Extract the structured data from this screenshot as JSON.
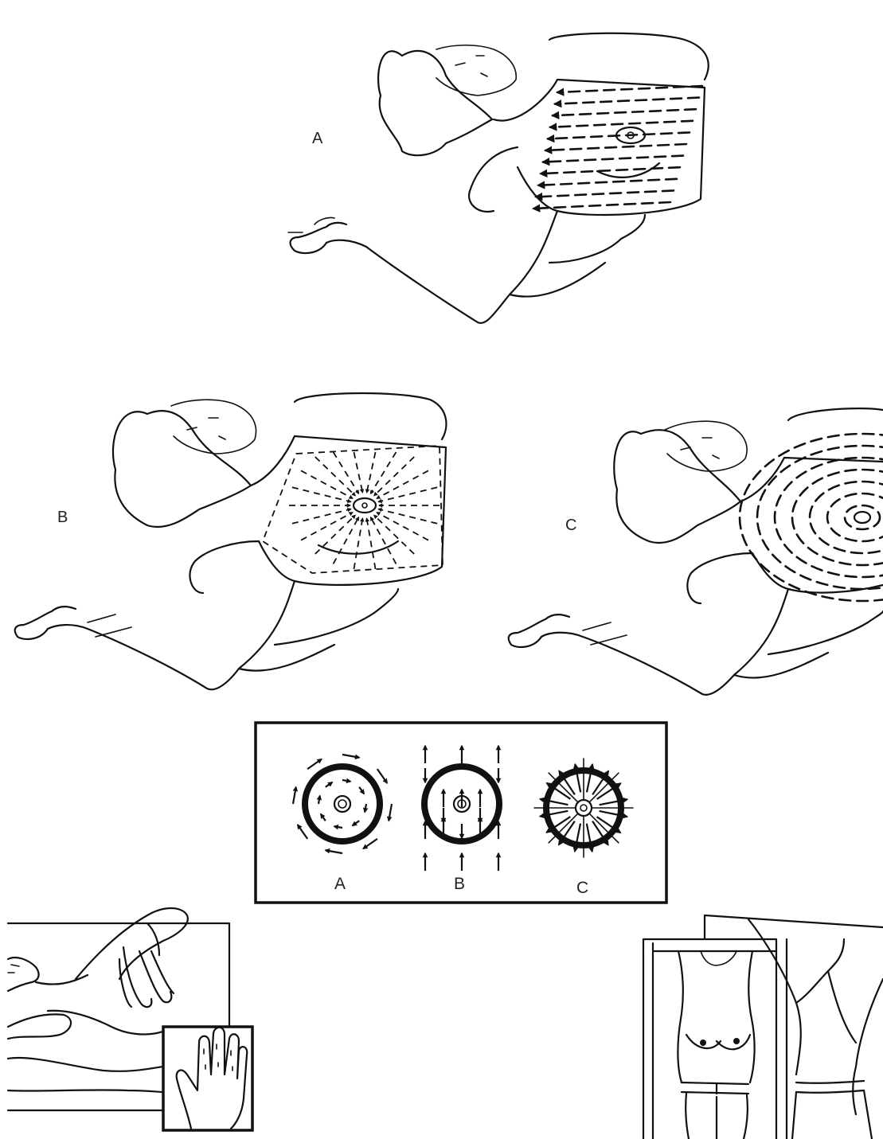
{
  "figure": {
    "panels": [
      {
        "id": "A",
        "label": "A",
        "pattern": "vertical-strip"
      },
      {
        "id": "B",
        "label": "B",
        "pattern": "radial-wedge"
      },
      {
        "id": "C",
        "label": "C",
        "pattern": "concentric-circles"
      }
    ],
    "inset": {
      "labels": [
        "A",
        "B",
        "C"
      ],
      "patterns": [
        "circular",
        "vertical-strip",
        "radial-wedge"
      ]
    },
    "bottom_left": {
      "subject": "reclining-examination-with-hand-inset"
    },
    "bottom_right": {
      "subject": "mirror-inspection-arms-raised"
    }
  }
}
